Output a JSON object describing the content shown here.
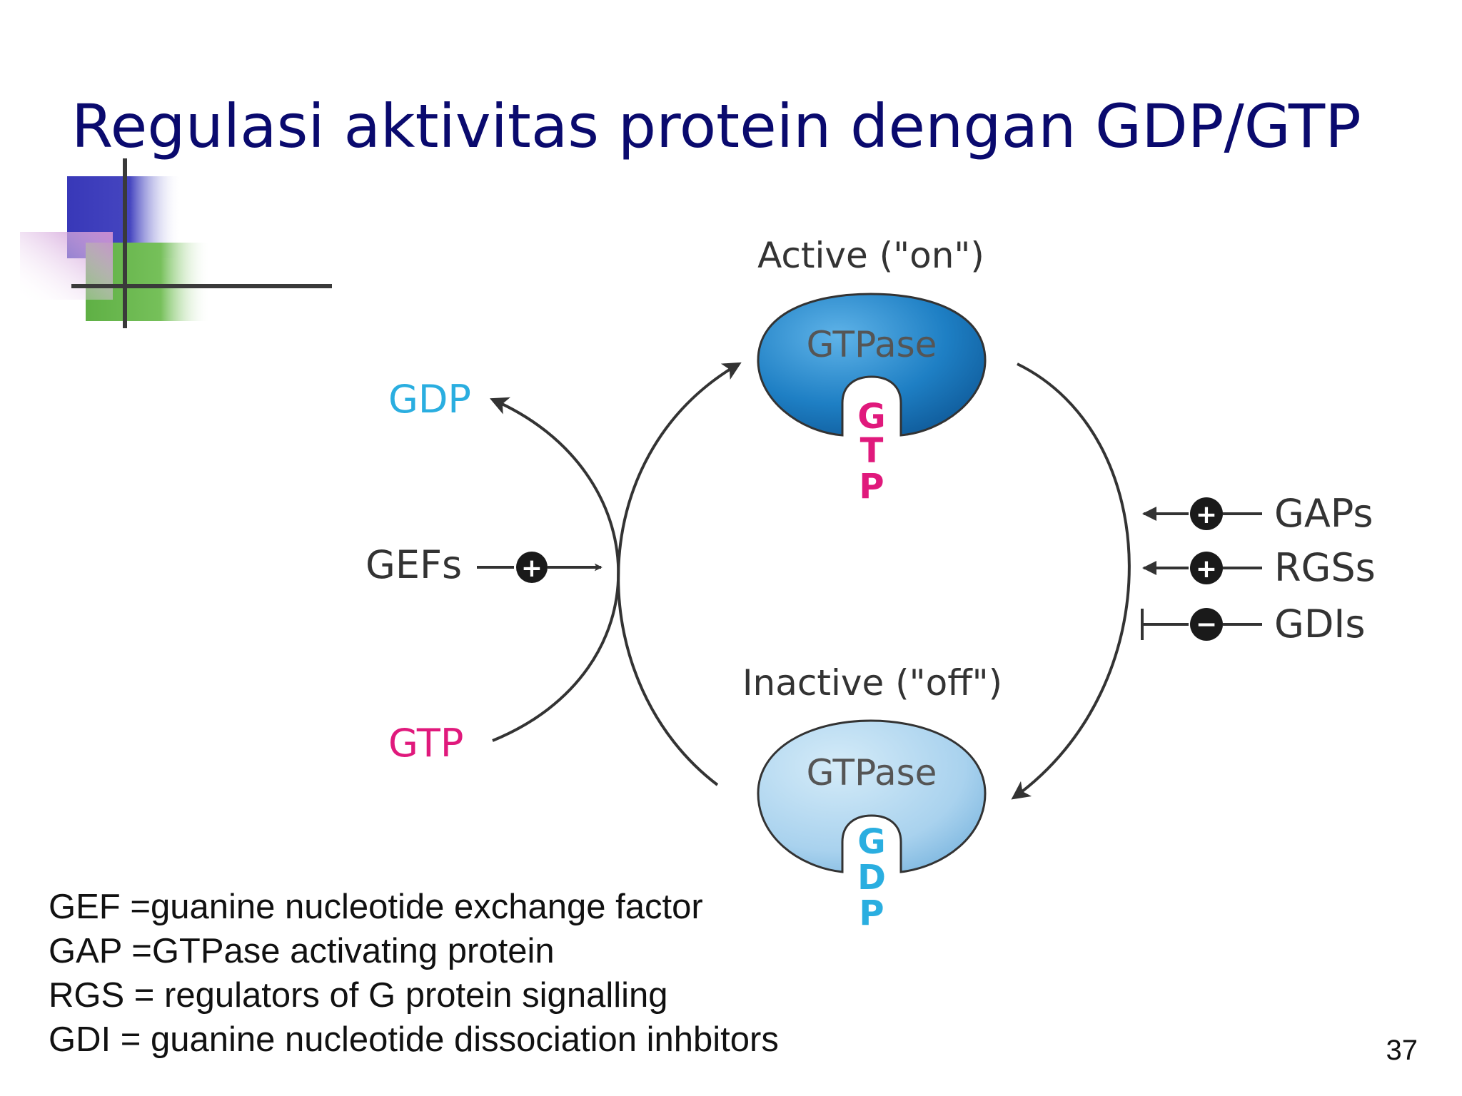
{
  "slide": {
    "title": "Regulasi aktivitas protein dengan GDP/GTP",
    "page_number": "37"
  },
  "diagram": {
    "active_label": "Active (\"on\")",
    "inactive_label": "Inactive (\"off\")",
    "active_protein": "GTPase",
    "inactive_protein": "GTPase",
    "active_nucleotide": [
      "G",
      "T",
      "P"
    ],
    "inactive_nucleotide": [
      "G",
      "D",
      "P"
    ],
    "gdp_label": "GDP",
    "gtp_label": "GTP",
    "gefs_label": "GEFs",
    "right_regulators": [
      {
        "label": "GAPs",
        "sign": "+",
        "effect": "arrow"
      },
      {
        "label": "RGSs",
        "sign": "+",
        "effect": "arrow"
      },
      {
        "label": "GDIs",
        "sign": "−",
        "effect": "block"
      }
    ],
    "colors": {
      "active_protein": "#1e7fc4",
      "inactive_protein": "#a9d2ee",
      "gtp_text": "#e0197c",
      "gdp_text": "#2aaee0",
      "arrow": "#333333",
      "title": "#0a0a6e"
    }
  },
  "definitions": [
    "GEF =guanine nucleotide exchange factor",
    "GAP =GTPase activating protein",
    "RGS = regulators of G protein signalling",
    "GDI = guanine nucleotide dissociation inhbitors"
  ]
}
